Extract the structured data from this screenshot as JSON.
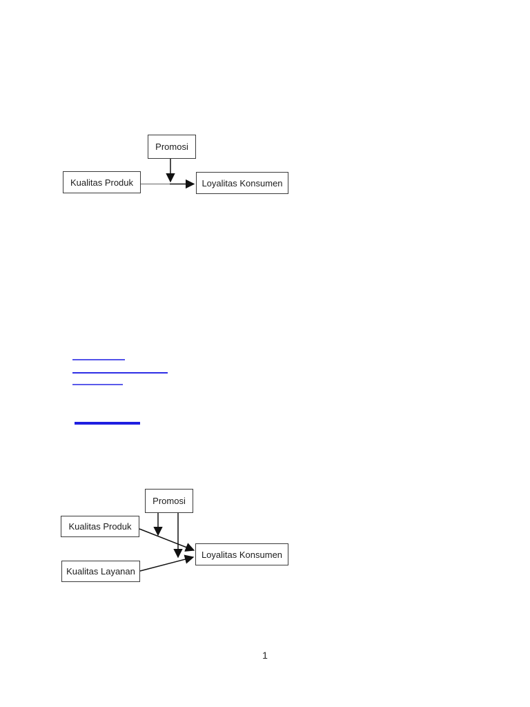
{
  "page": {
    "number": "1",
    "background_color": "#ffffff"
  },
  "diagrams": [
    {
      "name": "conceptual-framework-1",
      "nodes": [
        {
          "id": "promosi",
          "label": "Promosi"
        },
        {
          "id": "kualitas-produk",
          "label": "Kualitas Produk"
        },
        {
          "id": "loyalitas-konsumen",
          "label": "Loyalitas Konsumen"
        }
      ],
      "edges": [
        {
          "from": "Kualitas Produk",
          "to": "Loyalitas Konsumen",
          "style": "horizontal-arrow"
        },
        {
          "from": "Promosi",
          "to": "arrow Kualitas Produk → Loyalitas Konsumen",
          "style": "moderating-down-arrow"
        }
      ]
    },
    {
      "name": "conceptual-framework-2",
      "nodes": [
        {
          "id": "promosi",
          "label": "Promosi"
        },
        {
          "id": "kualitas-produk",
          "label": "Kualitas Produk"
        },
        {
          "id": "kualitas-layanan",
          "label": "Kualitas Layanan"
        },
        {
          "id": "loyalitas-konsumen",
          "label": "Loyalitas Konsumen"
        }
      ],
      "edges": [
        {
          "from": "Kualitas Produk",
          "to": "Loyalitas Konsumen",
          "style": "diagonal-arrow"
        },
        {
          "from": "Kualitas Layanan",
          "to": "Loyalitas Konsumen",
          "style": "diagonal-arrow"
        },
        {
          "from": "Promosi",
          "to": "arrow Kualitas Produk → Loyalitas Konsumen",
          "style": "moderating-down-arrow"
        },
        {
          "from": "Promosi",
          "to": "arrow Kualitas Layanan → Loyalitas Konsumen",
          "style": "moderating-down-arrow"
        }
      ]
    }
  ],
  "hyperlink_underlines": {
    "count": 4,
    "colors": [
      "#5252ea",
      "#2d2de6",
      "#5a5aea",
      "#1f1fe0"
    ]
  },
  "line_colors": {
    "box_border": "#3a3a3a",
    "arrow": "#111111",
    "faded_segment": "#909090"
  }
}
